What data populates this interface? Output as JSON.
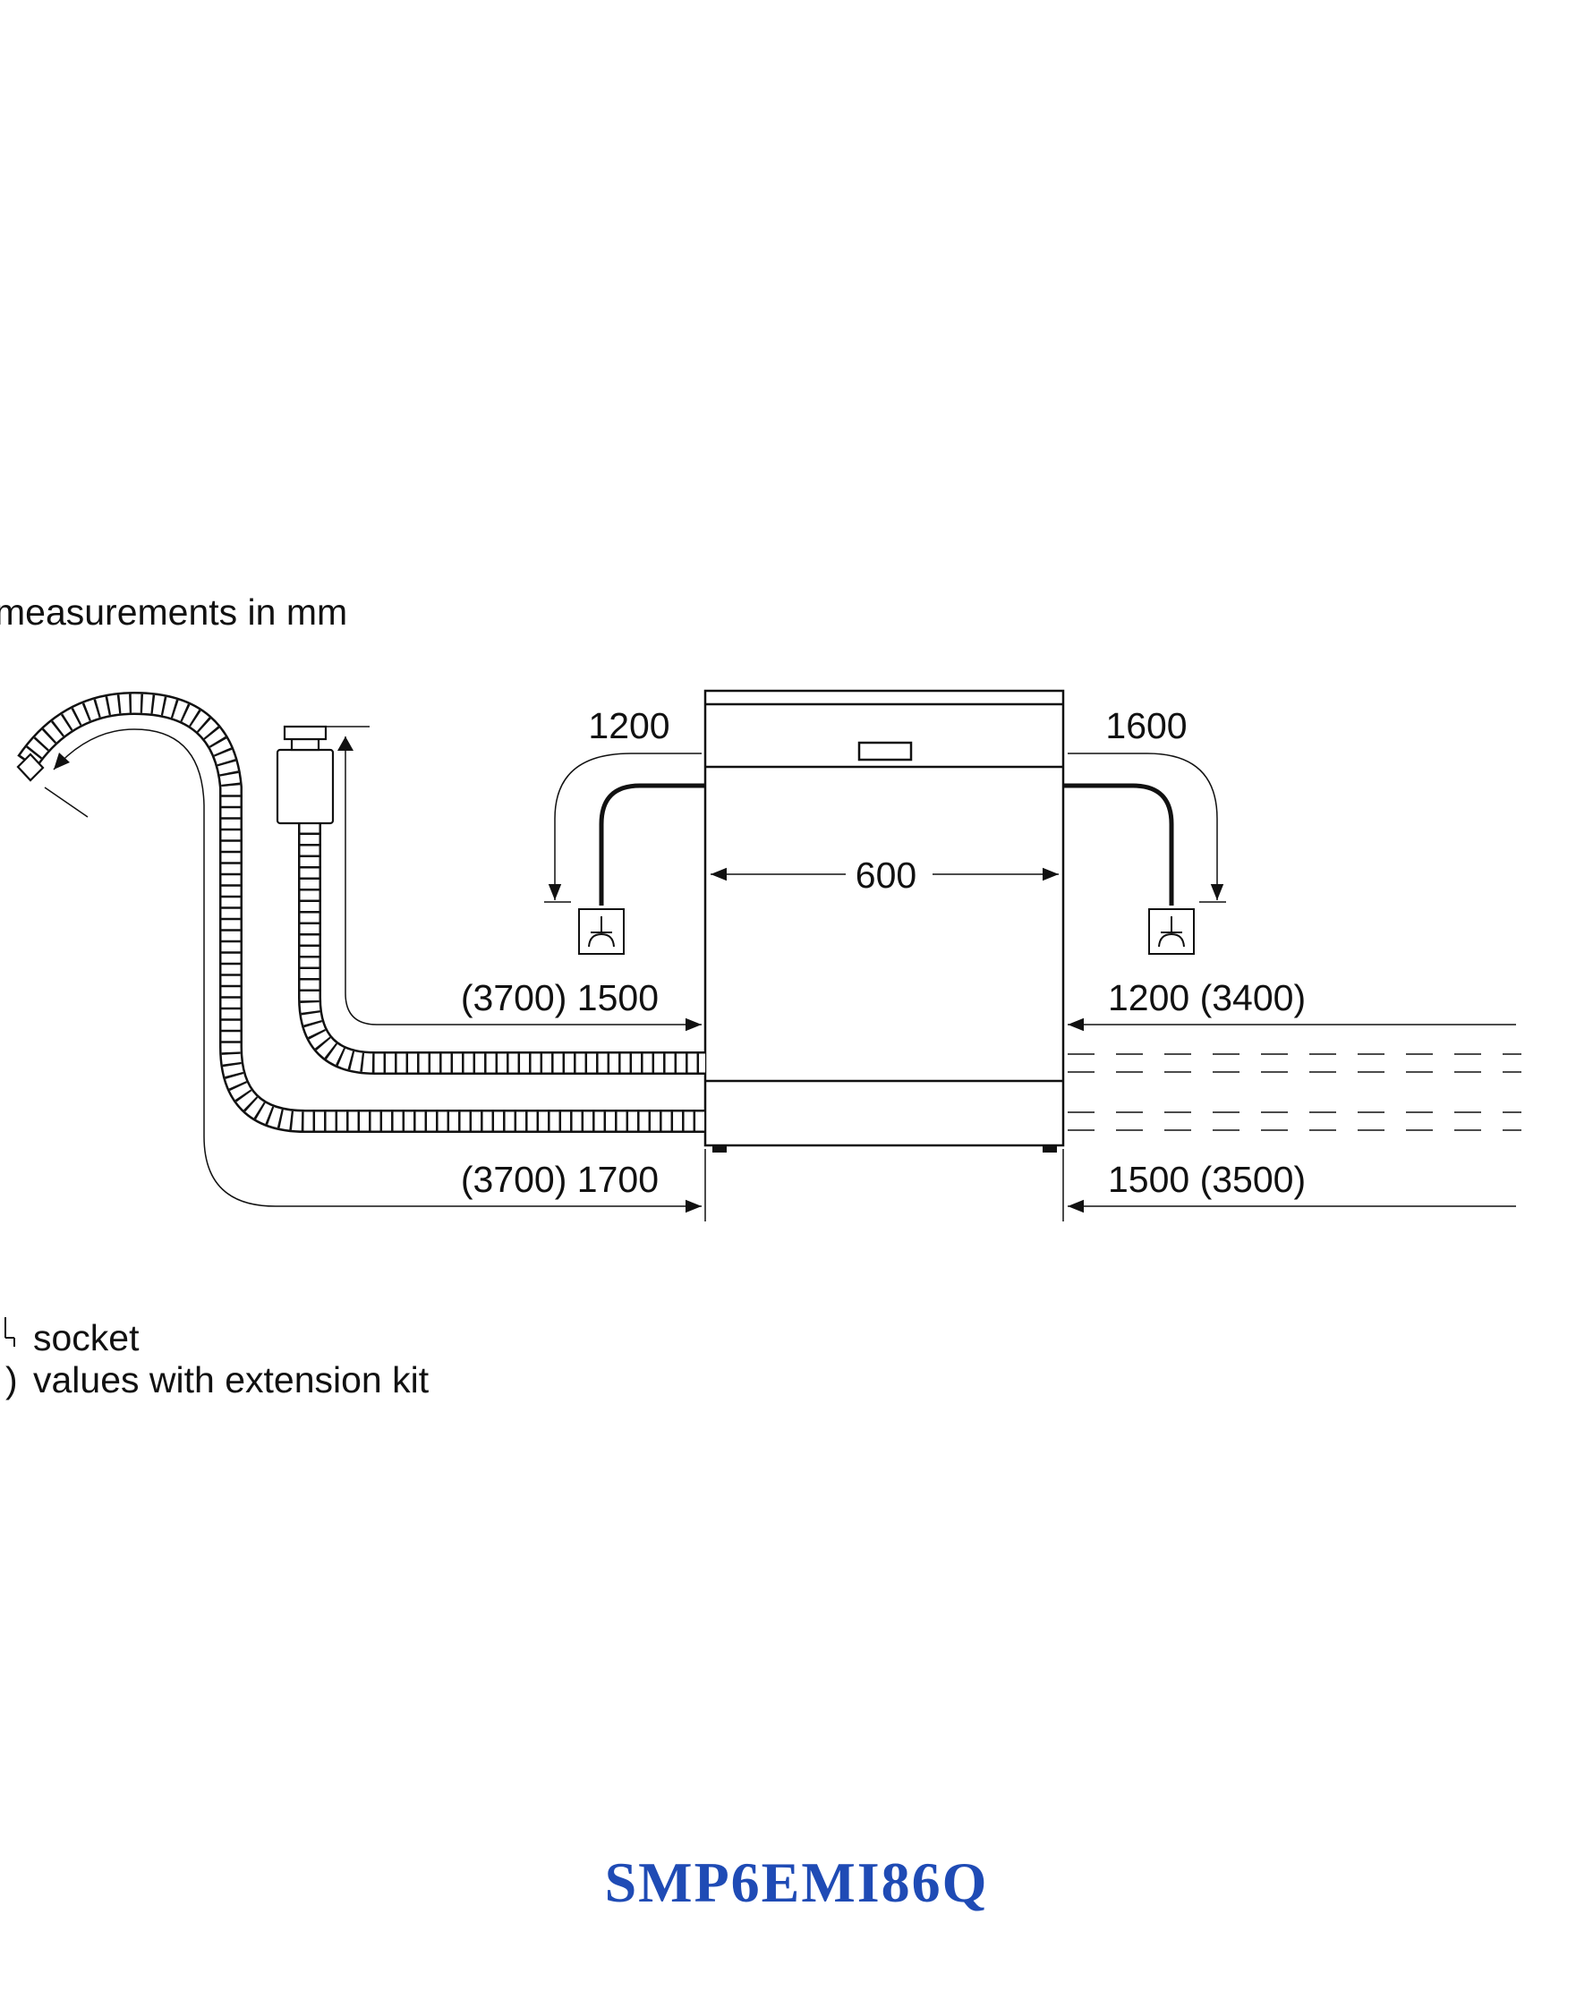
{
  "header": {
    "measurements_note": "measurements in mm"
  },
  "dimensions": {
    "width": "600",
    "top_left": "1200",
    "top_right": "1600",
    "left_inlet": "(3700) 1500",
    "left_drain": "(3700) 1700",
    "right_inlet": "1200 (3400)",
    "right_drain": "1500 (3500)"
  },
  "legend": {
    "socket": "socket",
    "extension": "values with extension kit"
  },
  "footer": {
    "model": "SMP6EMI86Q"
  },
  "colors": {
    "line": "#111111",
    "model_text": "#1f4bb5",
    "background": "#ffffff"
  },
  "icons": [
    "socket-icon",
    "drain-hose-icon",
    "inlet-hose-icon",
    "aquastop-valve-icon"
  ]
}
